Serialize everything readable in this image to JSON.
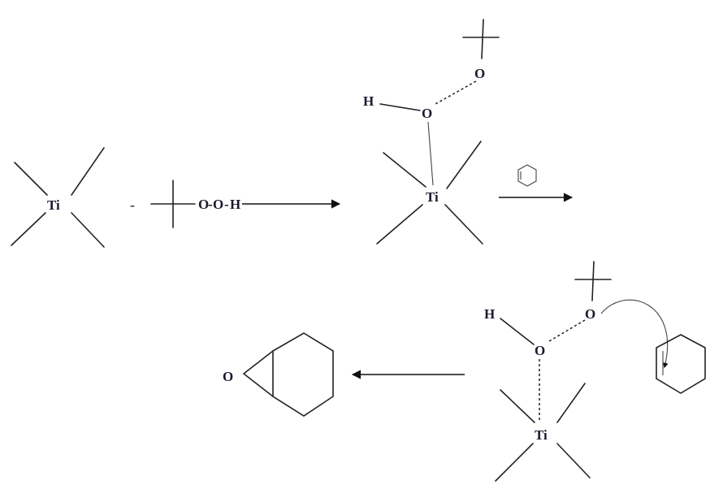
{
  "labels": {
    "ti": "Ti",
    "o": "O",
    "h": "H",
    "minus": "-",
    "tbhp_o1": "O",
    "tbhp_dash": "-",
    "tbhp_o2": "O",
    "tbhp_dash2": "-",
    "tbhp_h": "H"
  },
  "colors": {
    "ink": "#1a1a2e",
    "bond": "#222222"
  }
}
